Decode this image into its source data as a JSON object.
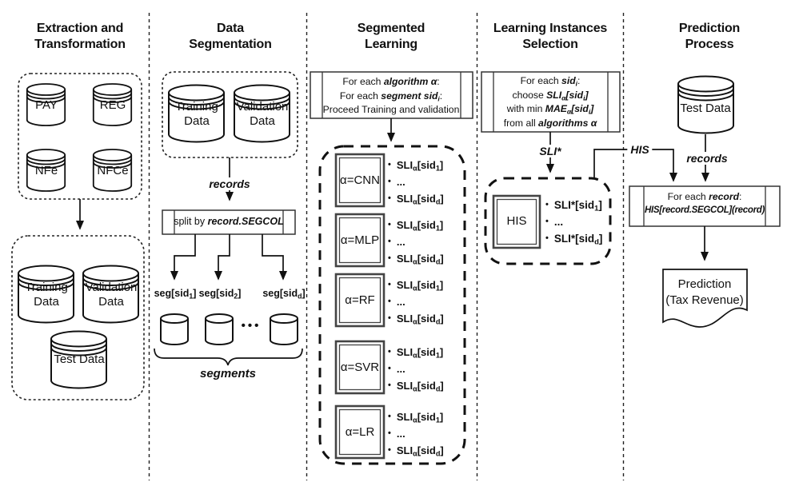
{
  "colors": {
    "ink": "#111111",
    "background": "#ffffff"
  },
  "columns": {
    "extraction": {
      "title": "Extraction and\nTransformation",
      "source_dbs": [
        "PAY",
        "REG",
        "NFe",
        "NFCe"
      ],
      "output_dbs": [
        "Training\nData",
        "Validation\nData",
        "Test Data"
      ]
    },
    "segmentation": {
      "title": "Data\nSegmentation",
      "input_dbs": [
        "Training\nData",
        "Validation\nData"
      ],
      "records_label": "records",
      "split_box_html": "split by <b><i>record.SEGCOL</i></b>",
      "segment_labels_html": [
        "seg[sid<sub>1</sub>]",
        "seg[sid<sub>2</sub>]",
        "seg[sid<sub>d</sub>]"
      ],
      "ellipsis": "•••",
      "segments_label": "segments"
    },
    "learning": {
      "title": "Segmented\nLearning",
      "loop_box_lines_html": [
        "For each <b><i>algorithm α</i></b>:",
        "For each <b><i>segment sid<sub>i</sub></i></b>:",
        "Proceed Training and validation"
      ],
      "algorithm_blocks": [
        {
          "label": "α=CNN",
          "outputs_html": [
            "SLI<sub>α</sub>[sid<sub>1</sub>]",
            "...",
            "SLI<sub>α</sub>[sid<sub>d</sub>]"
          ]
        },
        {
          "label": "α=MLP",
          "outputs_html": [
            "SLI<sub>α</sub>[sid<sub>1</sub>]",
            "...",
            "SLI<sub>α</sub>[sid<sub>d</sub>]"
          ]
        },
        {
          "label": "α=RF",
          "outputs_html": [
            "SLI<sub>α</sub>[sid<sub>1</sub>]",
            "...",
            "SLI<sub>α</sub>[sid<sub>d</sub>]"
          ]
        },
        {
          "label": "α=SVR",
          "outputs_html": [
            "SLI<sub>α</sub>[sid<sub>1</sub>]",
            "...",
            "SLI<sub>α</sub>[sid<sub>d</sub>]"
          ]
        },
        {
          "label": "α=LR",
          "outputs_html": [
            "SLI<sub>α</sub>[sid<sub>1</sub>]",
            "...",
            "SLI<sub>α</sub>[sid<sub>d</sub>]"
          ]
        }
      ]
    },
    "selection": {
      "title": "Learning Instances\nSelection",
      "loop_box_lines_html": [
        "For each <b><i>sid<sub>i</sub></i></b>:",
        "choose <b><i>SLI<sub>α</sub>[sid<sub>i</sub>]</i></b>",
        "with min <b><i>MAE<sub>α</sub>[sid<sub>i</sub>]</i></b>",
        "from all <b><i>algorithms α</i></b>"
      ],
      "sli_star_label": "SLI*",
      "his_connector_label": "HIS",
      "his_box_label": "HIS",
      "outputs_html": [
        "SLI*[sid<sub>1</sub>]",
        "...",
        "SLI*[sid<sub>d</sub>]"
      ]
    },
    "prediction": {
      "title": "Prediction\nProcess",
      "input_db": "Test Data",
      "records_label": "records",
      "apply_box_lines_html": [
        "For each <b><i>record</i></b>:",
        "<b><i>HIS[record.SEGCOL](record)</i></b>"
      ],
      "output_document": "Prediction\n(Tax Revenue)"
    }
  }
}
